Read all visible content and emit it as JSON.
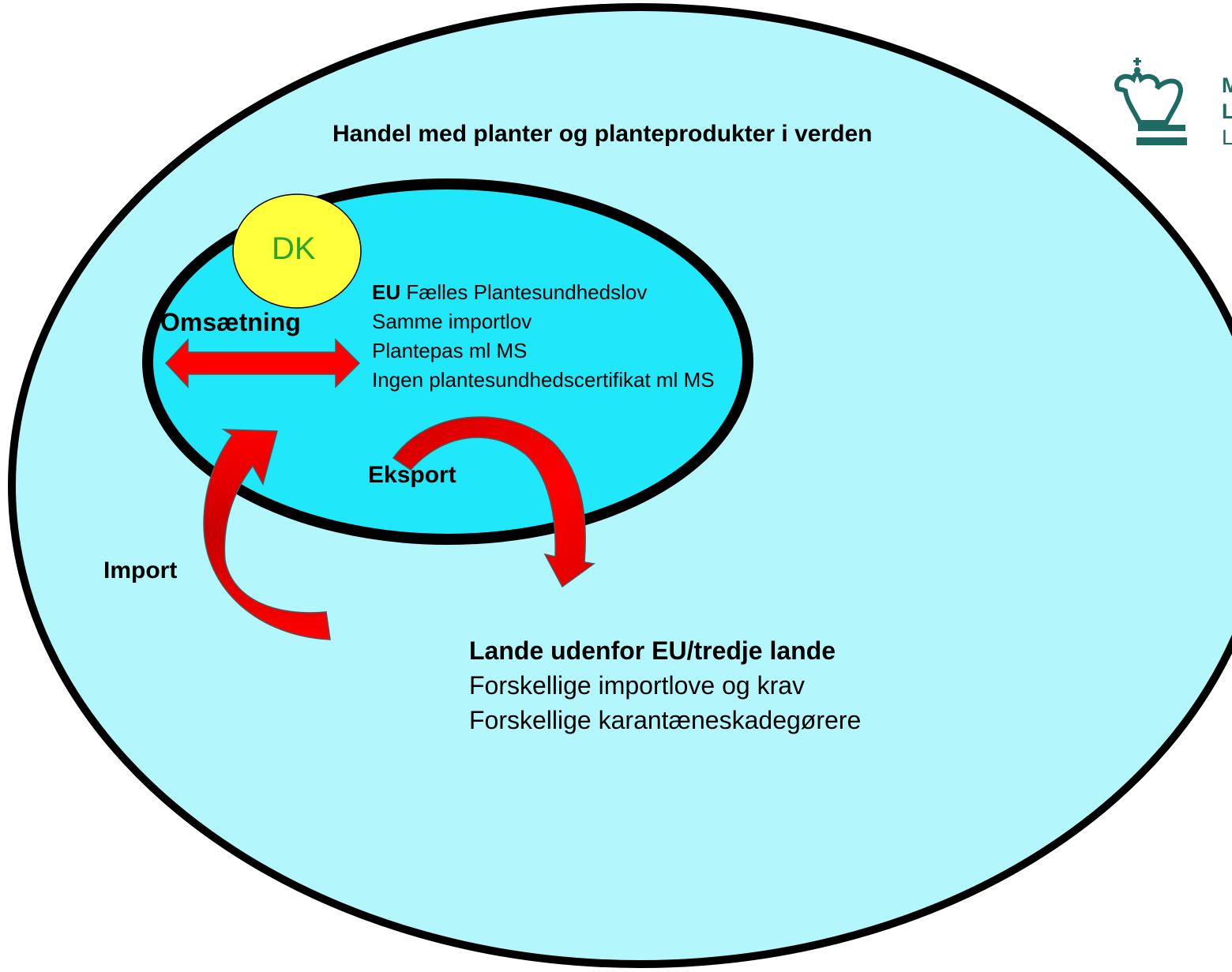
{
  "diagram": {
    "title": "Handel med planter og planteprodukter i verden",
    "dk_label": "DK",
    "eu_heading": "EU",
    "eu_lines": [
      "Fælles Plantesundhedslov",
      "Samme importlov",
      "Plantepas ml MS",
      "Ingen plantesundhedscertifikat ml MS"
    ],
    "flows": {
      "intra": "Omsætning",
      "export": "Eksport",
      "import": "Import"
    },
    "third_countries": {
      "heading": "Lande udenfor EU/tredje lande",
      "lines": [
        "Forskellige importlove og krav",
        "Forskellige karantæneskadegørere"
      ]
    }
  },
  "branding": {
    "logo_icon": "crown-icon",
    "line1": "M",
    "line2": "L",
    "line3": "L"
  },
  "colors": {
    "world_fill": "#b3f6fb",
    "eu_fill": "#20e7f9",
    "dk_fill": "#ffff3c",
    "arrow_fill": "#ff0000",
    "brand": "#1d6b63",
    "dk_text": "#2aa52a"
  }
}
